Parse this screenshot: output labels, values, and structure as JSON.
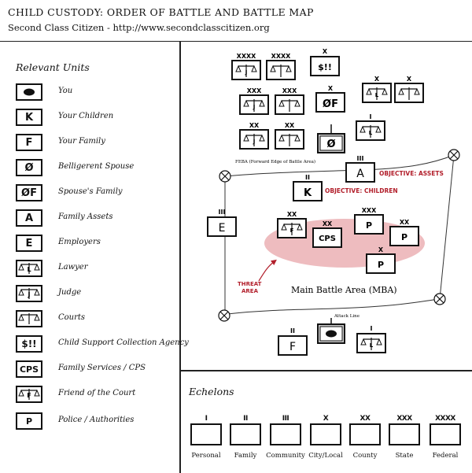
{
  "header": {
    "title": "CHILD CUSTODY: ORDER OF BATTLE AND BATTLE MAP",
    "subtitle": "Second Class Citizen - http://www.secondclasscitizen.org"
  },
  "legend": {
    "heading": "Relevant Units",
    "items": [
      {
        "label": "You",
        "icon": "filled-oval-icon"
      },
      {
        "label": "Your Children",
        "icon": "K"
      },
      {
        "label": "Your Family",
        "icon": "F"
      },
      {
        "label": "Belligerent Spouse",
        "icon": "Ø"
      },
      {
        "label": "Spouse's Family",
        "icon": "ØF"
      },
      {
        "label": "Family Assets",
        "icon": "A"
      },
      {
        "label": "Employers",
        "icon": "E"
      },
      {
        "label": "Lawyer",
        "icon": "scales-L-icon"
      },
      {
        "label": "Judge",
        "icon": "scales-J-icon"
      },
      {
        "label": "Courts",
        "icon": "scales-icon"
      },
      {
        "label": "Child Support Collection Agency",
        "icon": "$!!"
      },
      {
        "label": "Family Services / CPS",
        "icon": "CPS"
      },
      {
        "label": "Friend of the Court",
        "icon": "scales-F-icon"
      },
      {
        "label": "Police / Authorities",
        "icon": "P"
      }
    ]
  },
  "map": {
    "feba_label": "FEBA (Forward Edge of Battle Area)",
    "objective_assets": "OBJECTIVE: ASSETS",
    "objective_children": "OBJECTIVE: CHILDREN",
    "threat_area_line1": "THREAT",
    "threat_area_line2": "AREA",
    "mba_label": "Main Battle Area (MBA)",
    "attack_line_label": "Attack Line",
    "unit_texts": {
      "csa": "$!!",
      "spouse_family": "ØF",
      "spouse": "Ø",
      "assets": "A",
      "children": "K",
      "employers": "E",
      "cps": "CPS",
      "police": "P",
      "family": "F"
    },
    "echelon_marks": {
      "federal": "XXXX",
      "state": "XXX",
      "city": "X",
      "xx": "XX",
      "community": "III",
      "family": "II",
      "personal": "I"
    },
    "colors": {
      "objective": "#b21f2b",
      "threat_fill": "#e8a5aa",
      "threat_arrow": "#b21f2b"
    }
  },
  "echelons": {
    "heading": "Echelons",
    "items": [
      {
        "label": "Personal",
        "mark": "I"
      },
      {
        "label": "Family",
        "mark": "II"
      },
      {
        "label": "Community",
        "mark": "III"
      },
      {
        "label": "City/Local",
        "mark": "X"
      },
      {
        "label": "County",
        "mark": "XX"
      },
      {
        "label": "State",
        "mark": "XXX"
      },
      {
        "label": "Federal",
        "mark": "XXXX"
      }
    ]
  }
}
